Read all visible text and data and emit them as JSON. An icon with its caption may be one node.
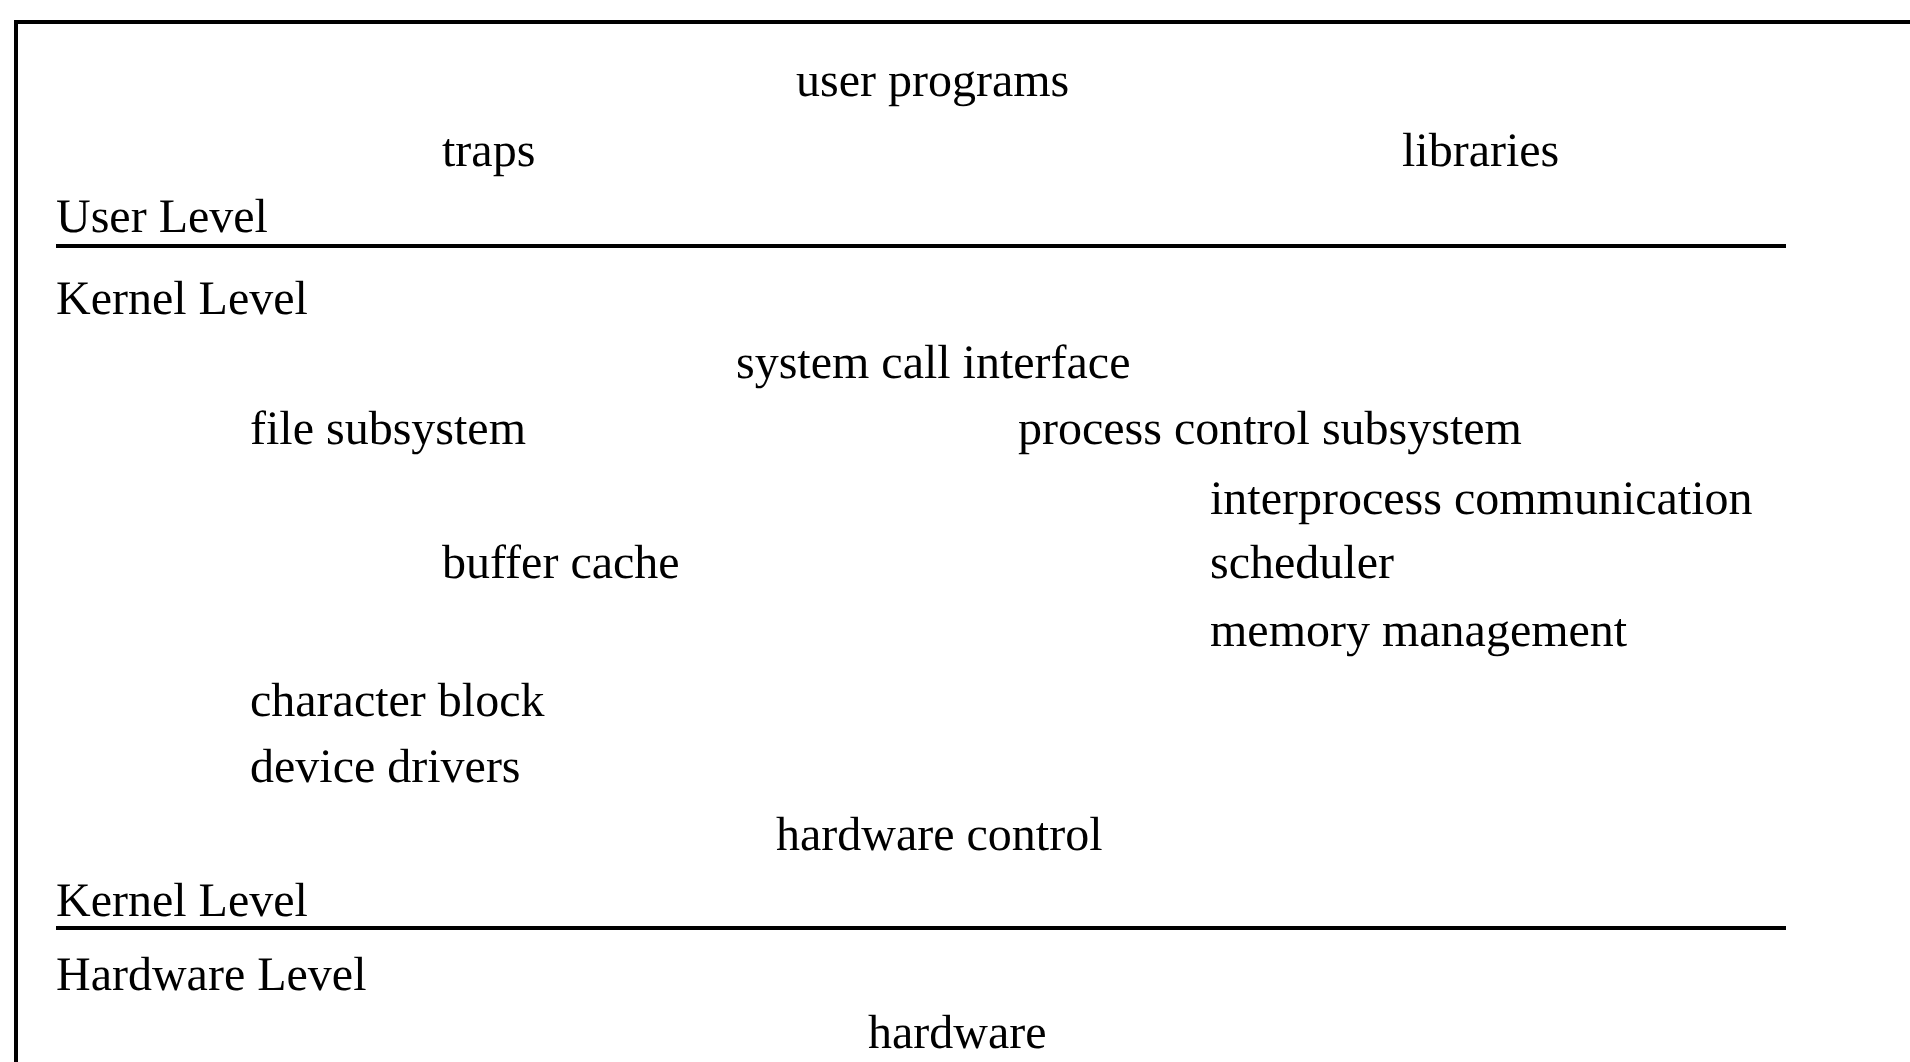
{
  "diagram": {
    "labels": [
      "user programs",
      "traps",
      "libraries",
      "User Level",
      "Kernel Level",
      "system call interface",
      "file subsystem",
      "process control subsystem",
      "interprocess communication",
      "buffer cache",
      "scheduler",
      "memory management",
      "character block",
      "device drivers",
      "hardware control",
      "Kernel Level",
      "Hardware Level",
      "hardware"
    ]
  }
}
